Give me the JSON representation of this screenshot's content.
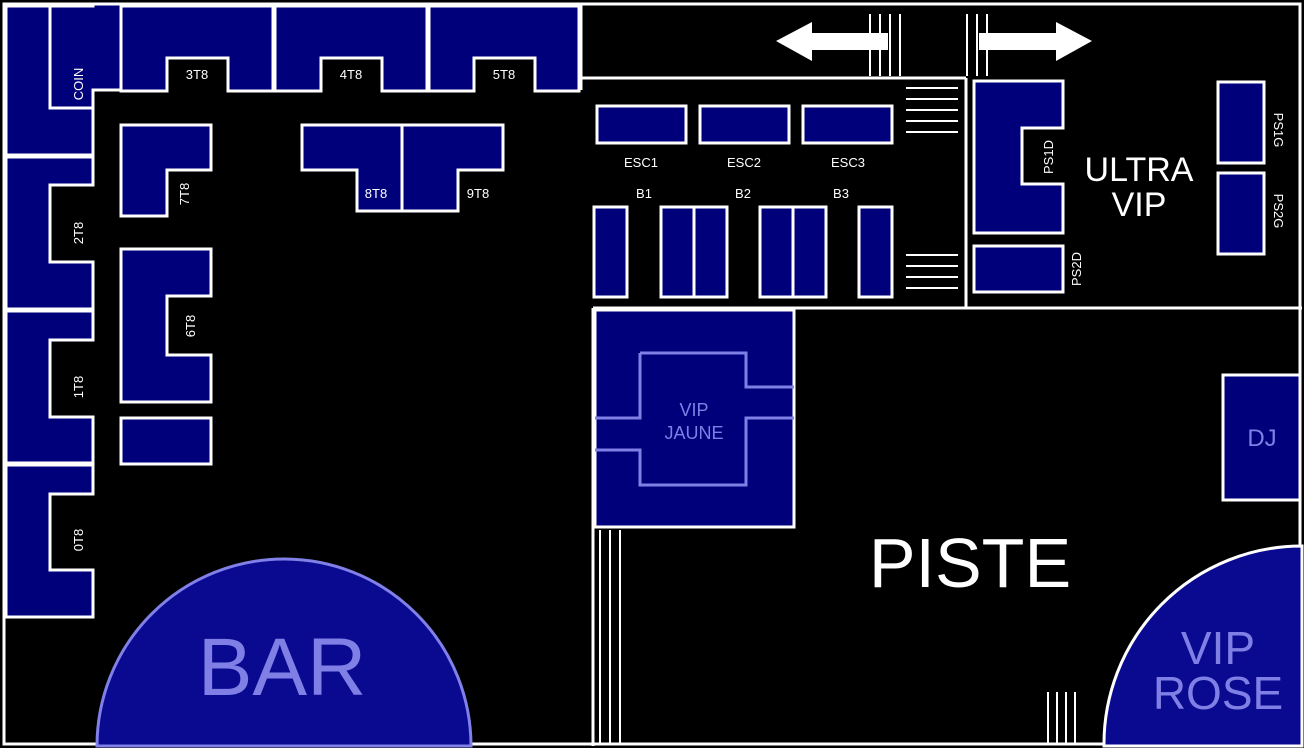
{
  "colors": {
    "background": "#000000",
    "seat_fill": "#00007a",
    "outline": "#ffffff",
    "bar_fill": "#0a0a90",
    "bar_outline": "#8080e8",
    "light_text": "#7f7fe6"
  },
  "areas": {
    "bar": "BAR",
    "piste": "PISTE",
    "dj": "DJ",
    "ultra_vip_line1": "ULTRA",
    "ultra_vip_line2": "VIP",
    "vip_jaune_line1": "VIP",
    "vip_jaune_line2": "JAUNE",
    "vip_rose_line1": "VIP",
    "vip_rose_line2": "ROSE"
  },
  "tables": {
    "coin": "COIN",
    "t2": "2T8",
    "t1": "1T8",
    "t0": "0T8",
    "t3": "3T8",
    "t4": "4T8",
    "t5": "5T8",
    "t7": "7T8",
    "t6": "6T8",
    "t8": "8T8",
    "t9": "9T8",
    "esc1": "ESC1",
    "esc2": "ESC2",
    "esc3": "ESC3",
    "b1": "B1",
    "b2": "B2",
    "b3": "B3",
    "ps1d": "PS1D",
    "ps2d": "PS2D",
    "ps1g": "PS1G",
    "ps2g": "PS2G"
  },
  "icons": [
    "arrow-left-icon",
    "arrow-right-icon"
  ]
}
